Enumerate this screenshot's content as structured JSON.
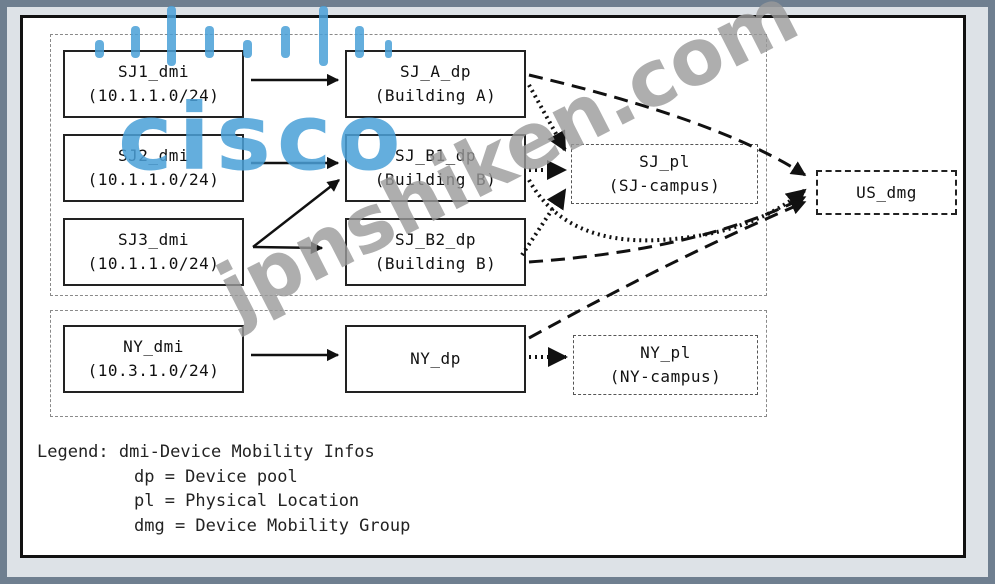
{
  "diagram": {
    "groups": [
      "sj-site",
      "ny-site"
    ],
    "nodes": {
      "sj1_dmi": {
        "line1": "SJ1_dmi",
        "line2": "(10.1.1.0/24)"
      },
      "sj2_dmi": {
        "line1": "SJ2_dmi",
        "line2": "(10.1.1.0/24)"
      },
      "sj3_dmi": {
        "line1": "SJ3_dmi",
        "line2": "(10.1.1.0/24)"
      },
      "sj_a_dp": {
        "line1": "SJ_A_dp",
        "line2": "(Building A)"
      },
      "sj_b1_dp": {
        "line1": "SJ_B1_dp",
        "line2": "(Building B)"
      },
      "sj_b2_dp": {
        "line1": "SJ_B2_dp",
        "line2": "(Building B)"
      },
      "sj_pl": {
        "line1": "SJ_pl",
        "line2": "(SJ-campus)"
      },
      "us_dmg": {
        "line1": "US_dmg"
      },
      "ny_dmi": {
        "line1": "NY_dmi",
        "line2": "(10.3.1.0/24)"
      },
      "ny_dp": {
        "line1": "NY_dp"
      },
      "ny_pl": {
        "line1": "NY_pl",
        "line2": "(NY-campus)"
      }
    },
    "edges": [
      {
        "from": "sj1_dmi",
        "to": "sj_a_dp",
        "style": "solid"
      },
      {
        "from": "sj2_dmi",
        "to": "sj_b1_dp",
        "style": "solid"
      },
      {
        "from": "sj3_dmi",
        "to": "sj_b1_dp",
        "style": "solid"
      },
      {
        "from": "sj3_dmi",
        "to": "sj_b2_dp",
        "style": "solid"
      },
      {
        "from": "ny_dmi",
        "to": "ny_dp",
        "style": "solid"
      },
      {
        "from": "sj_a_dp",
        "to": "sj_pl",
        "style": "dotted"
      },
      {
        "from": "sj_b1_dp",
        "to": "sj_pl",
        "style": "dotted"
      },
      {
        "from": "sj_b2_dp",
        "to": "sj_pl",
        "style": "dotted"
      },
      {
        "from": "ny_dp",
        "to": "ny_pl",
        "style": "dotted"
      },
      {
        "from": "sj_b1_dp",
        "to": "us_dmg",
        "style": "dotted"
      },
      {
        "from": "sj_a_dp",
        "to": "us_dmg",
        "style": "dashed"
      },
      {
        "from": "sj_b2_dp",
        "to": "us_dmg",
        "style": "dashed"
      },
      {
        "from": "ny_dp",
        "to": "us_dmg",
        "style": "dashed"
      }
    ]
  },
  "legend": {
    "title": "Legend:",
    "items": [
      "dmi-Device Mobility Infos",
      "dp = Device pool",
      "pl = Physical Location",
      "dmg = Device Mobility Group"
    ]
  },
  "watermarks": {
    "cisco": "cisco",
    "site": "jpnshiken.com"
  },
  "colors": {
    "cisco_watermark": "#4aa0d8",
    "site_watermark": "#9a9a9a"
  }
}
